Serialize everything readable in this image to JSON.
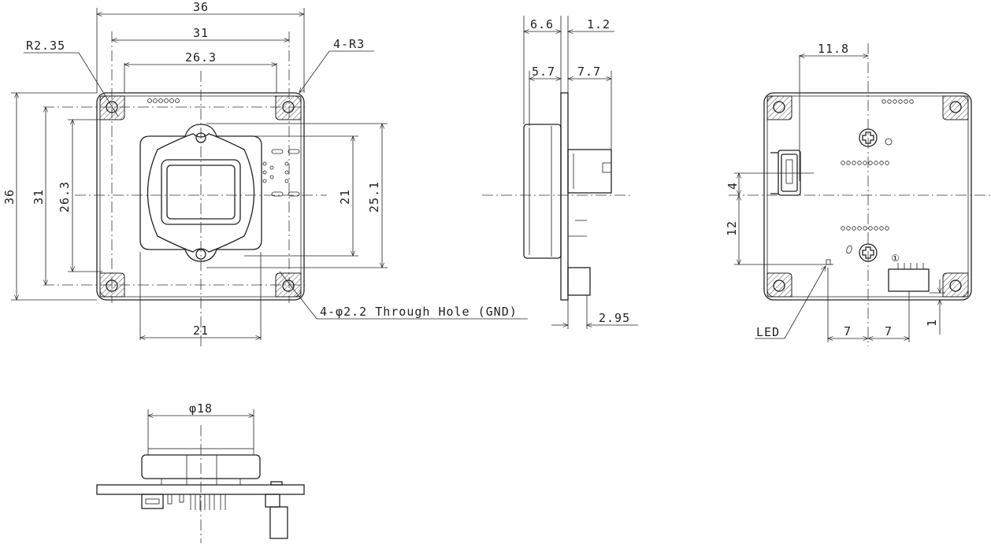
{
  "front_view": {
    "width_outer": "36",
    "width_holes": "31",
    "width_inner": "26.3",
    "corner_radius_hole": "R2.35",
    "corner_radius": "4-R3",
    "height_outer": "36",
    "height_holes": "31",
    "height_inner": "26.3",
    "height_lens_mount": "21",
    "height_mount_holes": "25.1",
    "width_lens_mount": "21",
    "through_hole": "4-φ2.2 Through Hole (GND)"
  },
  "side_view": {
    "depth_total": "6.6",
    "board_thickness": "1.2",
    "depth_lens": "5.7",
    "depth_connector": "7.7",
    "depth_rear": "2.95"
  },
  "back_view": {
    "usb_offset": "11.8",
    "usb_vertical": "4",
    "led_vertical": "12",
    "led_label": "LED",
    "led_offset": "7",
    "connector_offset": "7",
    "connector_edge": "1",
    "pin1_marker": "①"
  },
  "bottom_view": {
    "lens_diameter": "φ18"
  }
}
